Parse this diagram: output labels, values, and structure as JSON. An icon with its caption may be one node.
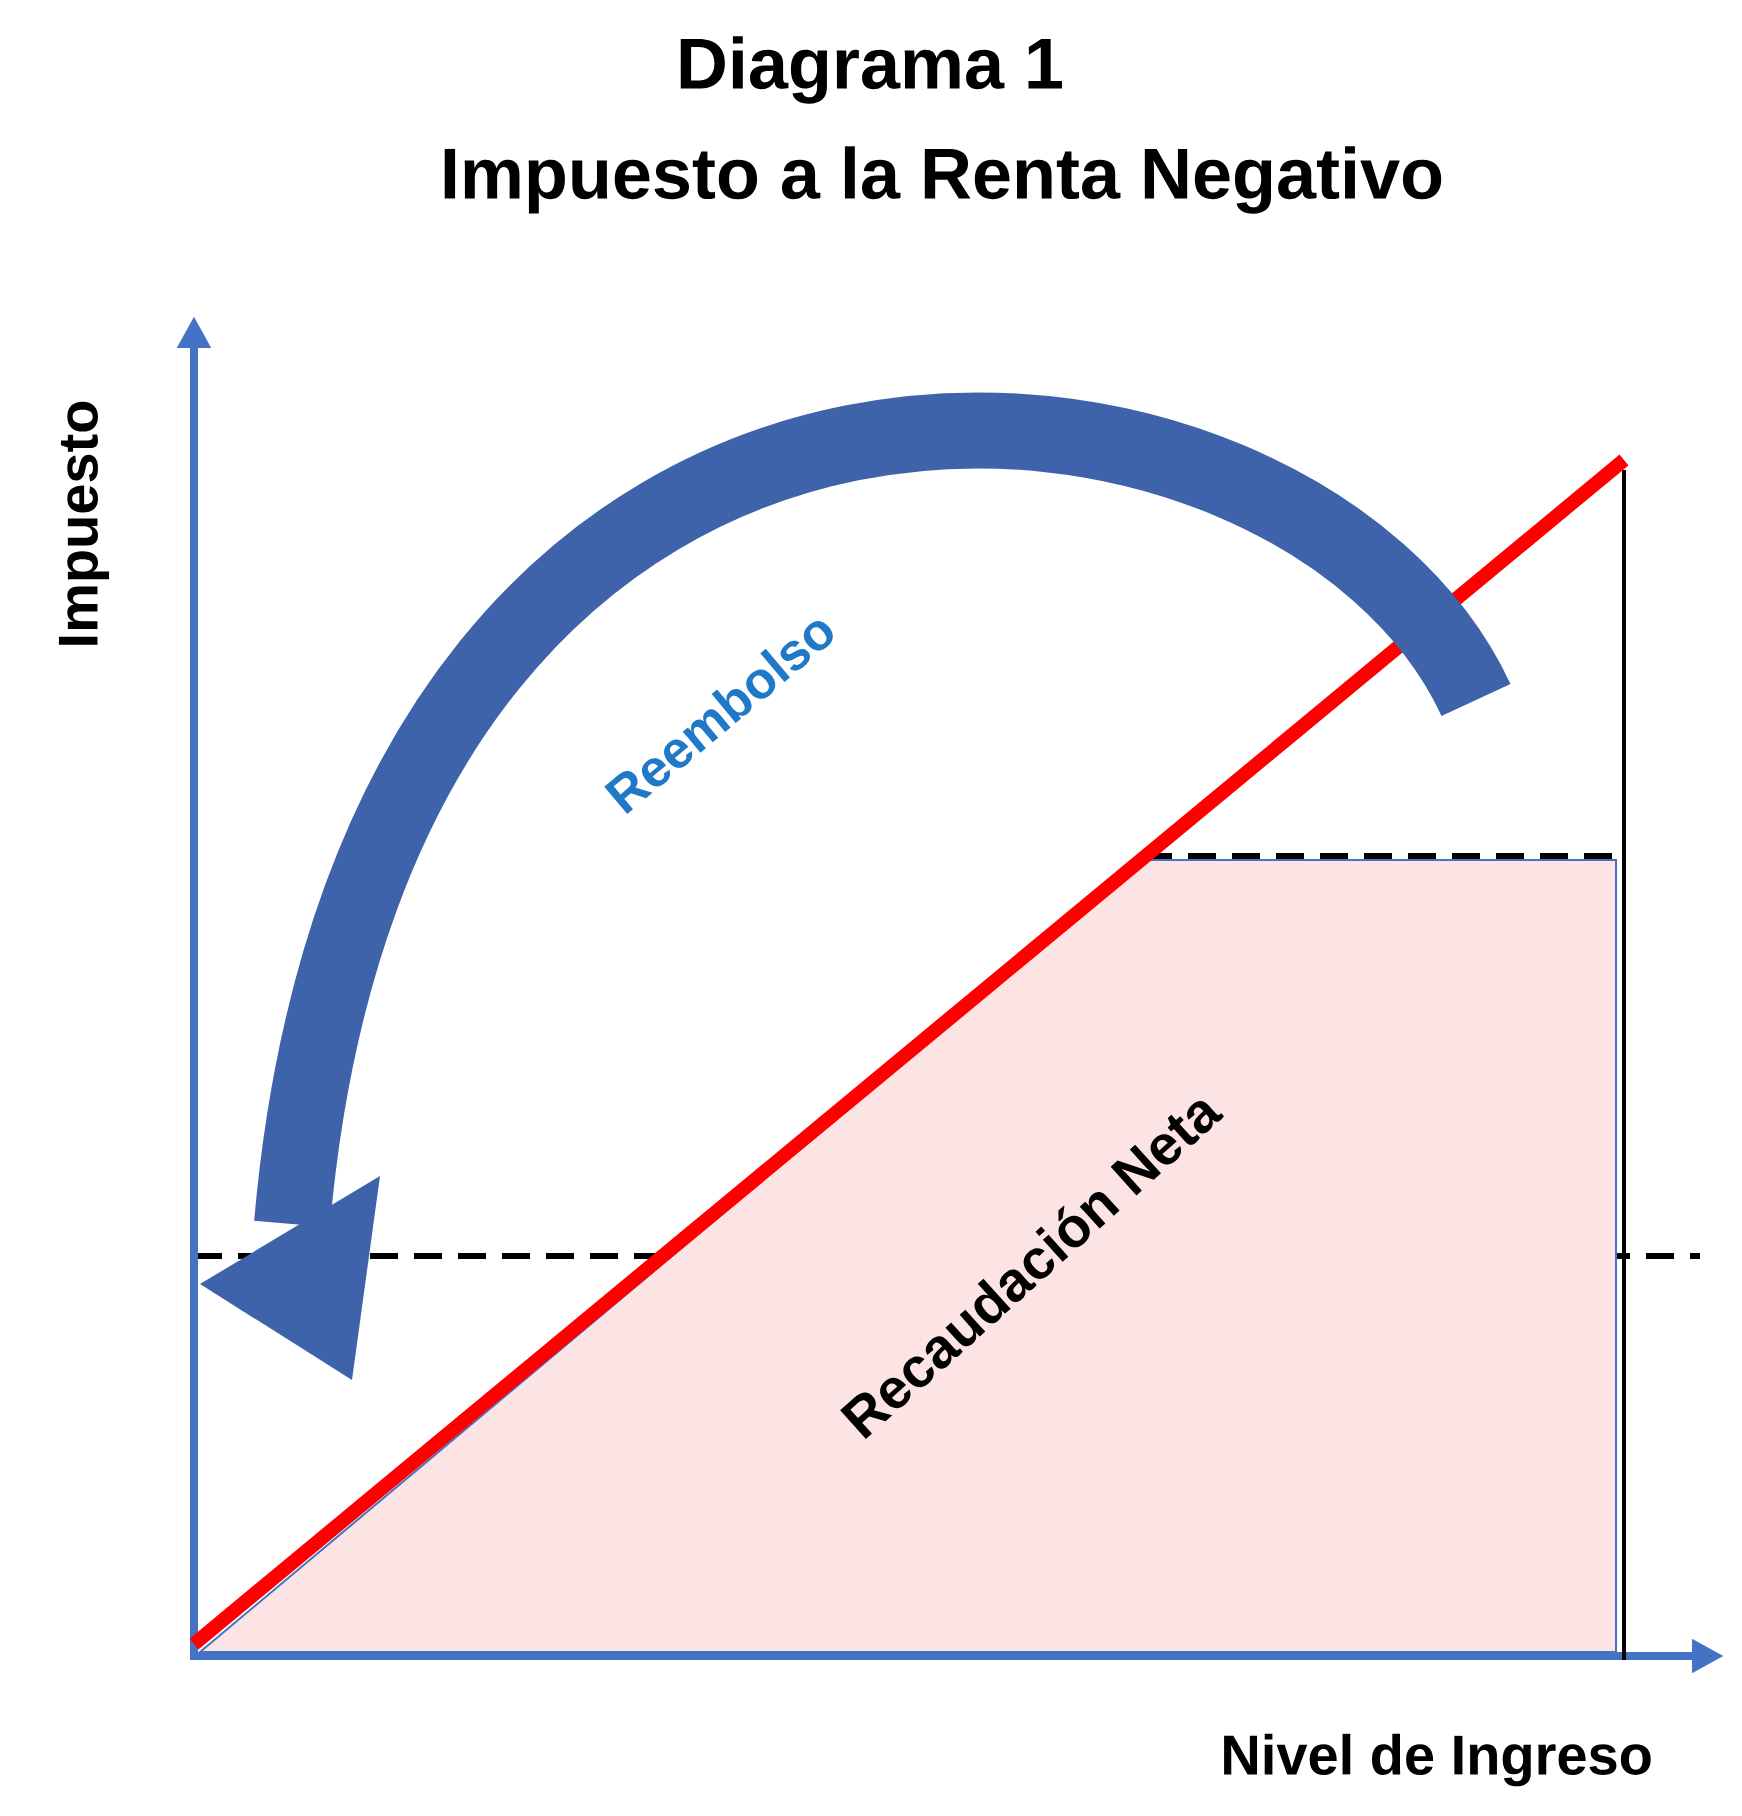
{
  "diagram": {
    "title": "Diagrama 1",
    "nodes": [
      {
        "text": [
          "Recaudación Neta"
        ]
      }
    ],
    "labels": [
      "Impuesto a la Renta Negativo",
      "Impuesto",
      "Nivel de Ingreso",
      "Reembolso"
    ]
  }
}
